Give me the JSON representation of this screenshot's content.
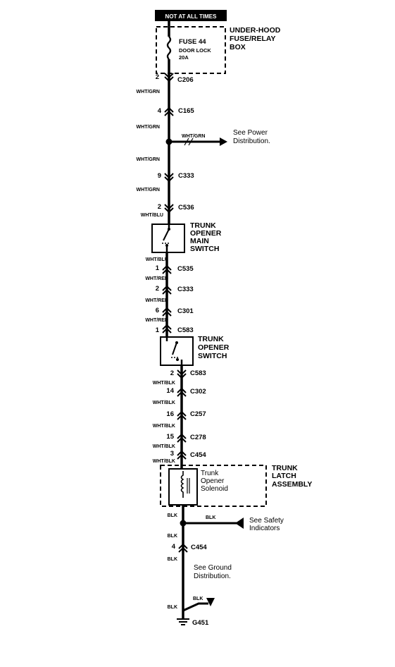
{
  "header_banner": "NOT AT ALL TIMES",
  "fuse_box": {
    "fuse_name": "FUSE 44",
    "fuse_sub1": "DOOR LOCK",
    "fuse_sub2": "20A",
    "label_line1": "UNDER-HOOD",
    "label_line2": "FUSE/RELAY",
    "label_line3": "BOX"
  },
  "connectors": [
    {
      "pin": "2",
      "name": "C206"
    },
    {
      "pin": "4",
      "name": "C165"
    },
    {
      "pin": "9",
      "name": "C333"
    },
    {
      "pin": "2",
      "name": "C536"
    },
    {
      "pin": "1",
      "name": "C535"
    },
    {
      "pin": "2",
      "name": "C333"
    },
    {
      "pin": "6",
      "name": "C301"
    },
    {
      "pin": "1",
      "name": "C583"
    },
    {
      "pin": "2",
      "name": "C583"
    },
    {
      "pin": "14",
      "name": "C302"
    },
    {
      "pin": "16",
      "name": "C257"
    },
    {
      "pin": "15",
      "name": "C278"
    },
    {
      "pin": "3",
      "name": "C454"
    },
    {
      "pin": "4",
      "name": "C454"
    }
  ],
  "wires": {
    "wht_grn": "WHT/GRN",
    "wht_blu": "WHT/BLU",
    "wht_red": "WHT/RED",
    "wht_blk": "WHT/BLK",
    "blk": "BLK"
  },
  "power_branch": {
    "wire": "WHT/GRN",
    "line1": "See Power",
    "line2": "Distribution."
  },
  "main_switch": {
    "line1": "TRUNK",
    "line2": "OPENER",
    "line3": "MAIN",
    "line4": "SWITCH"
  },
  "opener_switch": {
    "line1": "TRUNK",
    "line2": "OPENER",
    "line3": "SWITCH"
  },
  "latch_assembly": {
    "line1": "TRUNK",
    "line2": "LATCH",
    "line3": "ASSEMBLY",
    "solenoid1": "Trunk",
    "solenoid2": "Opener",
    "solenoid3": "Solenoid"
  },
  "safety_branch": {
    "wire": "BLK",
    "line1": "See Safety",
    "line2": "Indicators"
  },
  "ground_note": {
    "line1": "See Ground",
    "line2": "Distribution."
  },
  "ground_branch_wire": "BLK",
  "ground": "G451"
}
